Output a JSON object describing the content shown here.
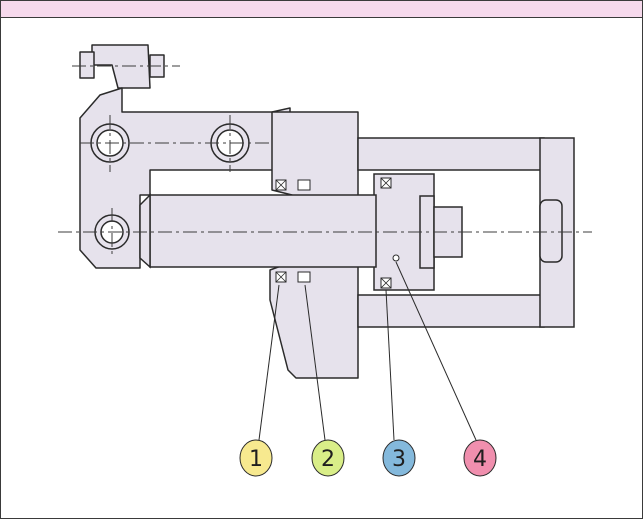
{
  "colors": {
    "header_bar": "#f6d9ec",
    "part_fill": "#e6e2ec",
    "outline": "#2b2b2b",
    "centerline": "#3c3c3c"
  },
  "callouts": [
    {
      "label": "1",
      "color": "#f7e98f"
    },
    {
      "label": "2",
      "color": "#d9ee88"
    },
    {
      "label": "3",
      "color": "#84b9dc"
    },
    {
      "label": "4",
      "color": "#f08fae"
    }
  ]
}
